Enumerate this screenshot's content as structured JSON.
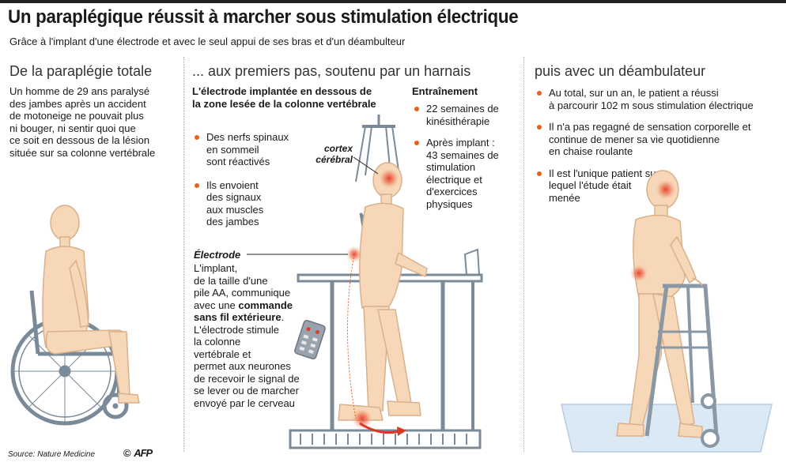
{
  "title": "Un paraplégique réussit à marcher sous stimulation électrique",
  "subtitle": "Grâce à l'implant d'une électrode et avec le seul appui de ses bras et d'un déambulteur",
  "col1": {
    "heading": "De la paraplégie totale",
    "lines": [
      "Un homme de 29 ans paralysé",
      "des jambes après un accident",
      "de motoneige ne pouvait plus",
      "ni bouger, ni sentir quoi que",
      "ce soit en dessous de la lésion",
      "située sur sa colonne vertébrale"
    ]
  },
  "col2": {
    "heading": "... aux premiers pas, soutenu par un harnais",
    "electrode_heading_lines": [
      "L'électrode implantée en dessous de",
      "la zone lesée de la colonne vertébrale"
    ],
    "bullets": [
      {
        "lines": [
          "Des nerfs spinaux",
          "en sommeil",
          "sont réactivés"
        ]
      },
      {
        "lines": [
          "Ils envoient",
          "des signaux",
          "aux muscles",
          "des jambes"
        ]
      }
    ],
    "cortex_label_lines": [
      "cortex",
      "cérébral"
    ],
    "electrode_label": "Électrode",
    "electrode_desc": {
      "l1": "L'implant,",
      "l2": "de la taille d'une",
      "l3": "pile AA, communique",
      "l4a": "avec une ",
      "l4b": "commande",
      "l5a": "sans fil extérieure",
      "l5b": ".",
      "rest": [
        "L'électrode stimule",
        "la colonne",
        "vertébrale et",
        "permet aux neurones",
        "de recevoir le signal de",
        "se lever ou de marcher",
        "envoyé par le cerveau"
      ]
    },
    "training_heading": "Entraînement",
    "training_bullets": [
      {
        "lines": [
          "22 semaines de",
          "kinésithérapie"
        ]
      },
      {
        "lines": [
          "Après implant :",
          "43 semaines de",
          "stimulation",
          "électrique et",
          "d'exercices",
          "physiques"
        ]
      }
    ]
  },
  "col3": {
    "heading": "puis avec un déambulateur",
    "bullets": [
      {
        "lines": [
          "Au total, sur un an, le patient a réussi",
          "à parcourir 102 m sous stimulation électrique"
        ]
      },
      {
        "lines": [
          "Il n'a pas regagné de sensation corporelle et",
          "continue de mener sa vie quotidienne",
          "en chaise roulante"
        ]
      },
      {
        "lines": [
          "Il est l'unique patient sur",
          "lequel l'étude était",
          "menée"
        ]
      }
    ]
  },
  "footer": {
    "source": "Source: Nature Medicine",
    "copyright_symbol": "©",
    "agency": "AFP"
  },
  "colors": {
    "accent": "#e8601c",
    "skin": "#f6d8b8",
    "skin_outline": "#d9b08c",
    "equipment": "#7a8a99",
    "glow": "#e23b2e"
  }
}
